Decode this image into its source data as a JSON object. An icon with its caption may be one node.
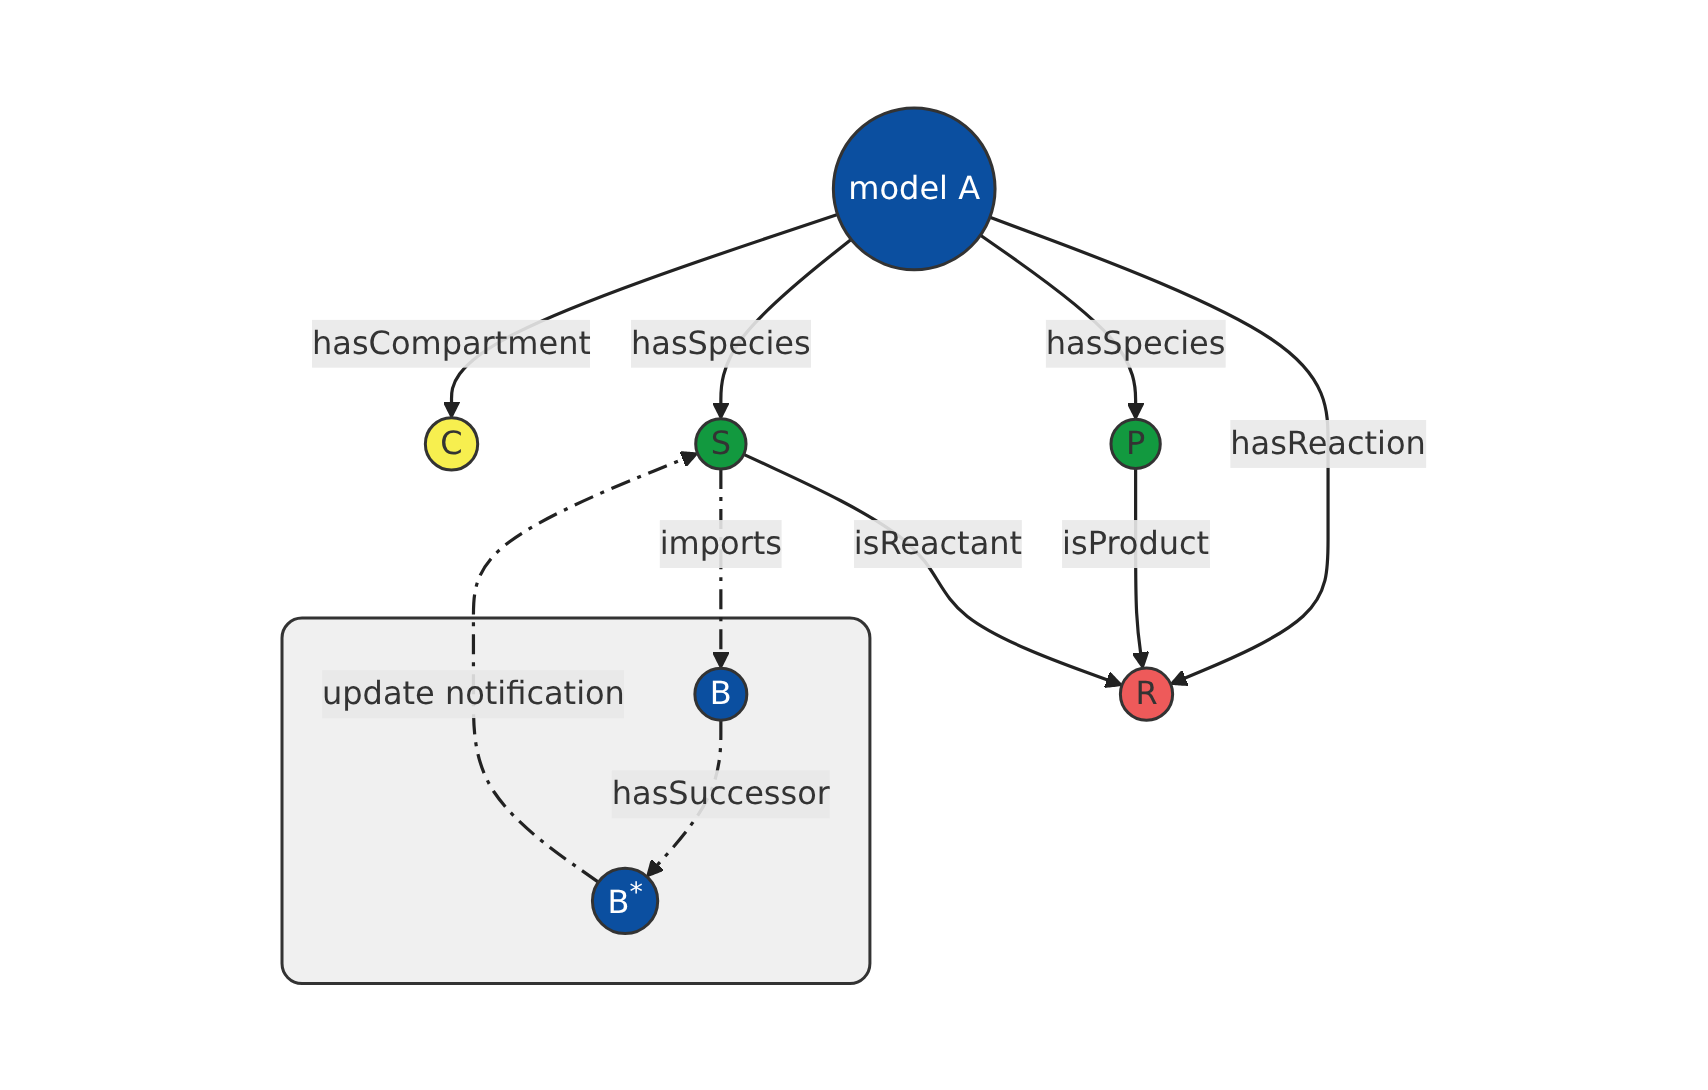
{
  "diagram": {
    "nodes": [
      {
        "text": [
          "model A"
        ]
      },
      {
        "text": [],
        "shape": "box"
      },
      {
        "text": [
          "B"
        ],
        "in": 1
      },
      {
        "text": [
          "B$^{*}$"
        ],
        "in": 1
      },
      {
        "text": [
          "C"
        ]
      },
      {
        "text": [
          "R"
        ]
      },
      {
        "text": [
          "P"
        ]
      },
      {
        "text": [
          "S"
        ]
      }
    ],
    "edges": [
      {
        "from": 0,
        "to": 4,
        "arrow": "to",
        "label": "hasCompartment"
      },
      {
        "from": 0,
        "to": 5,
        "arrow": "to",
        "label": "hasReaction"
      },
      {
        "from": 0,
        "to": 6,
        "arrow": "to",
        "label": "hasSpecies"
      },
      {
        "from": 0,
        "to": 7,
        "arrow": "to",
        "label": "hasSpecies"
      },
      {
        "from": 2,
        "to": 3,
        "arrow": "to",
        "label": "hasSuccessor",
        "style": "dashed"
      },
      {
        "from": 7,
        "to": 2,
        "arrow": "to",
        "label": "imports",
        "style": "dashed"
      },
      {
        "from": 3,
        "to": 7,
        "arrow": "to",
        "label": "update notification",
        "style": "dashed"
      },
      {
        "from": 6,
        "to": 5,
        "arrow": "to",
        "label": "isProduct"
      },
      {
        "from": 7,
        "to": 5,
        "arrow": "to",
        "label": "isReactant"
      }
    ]
  }
}
